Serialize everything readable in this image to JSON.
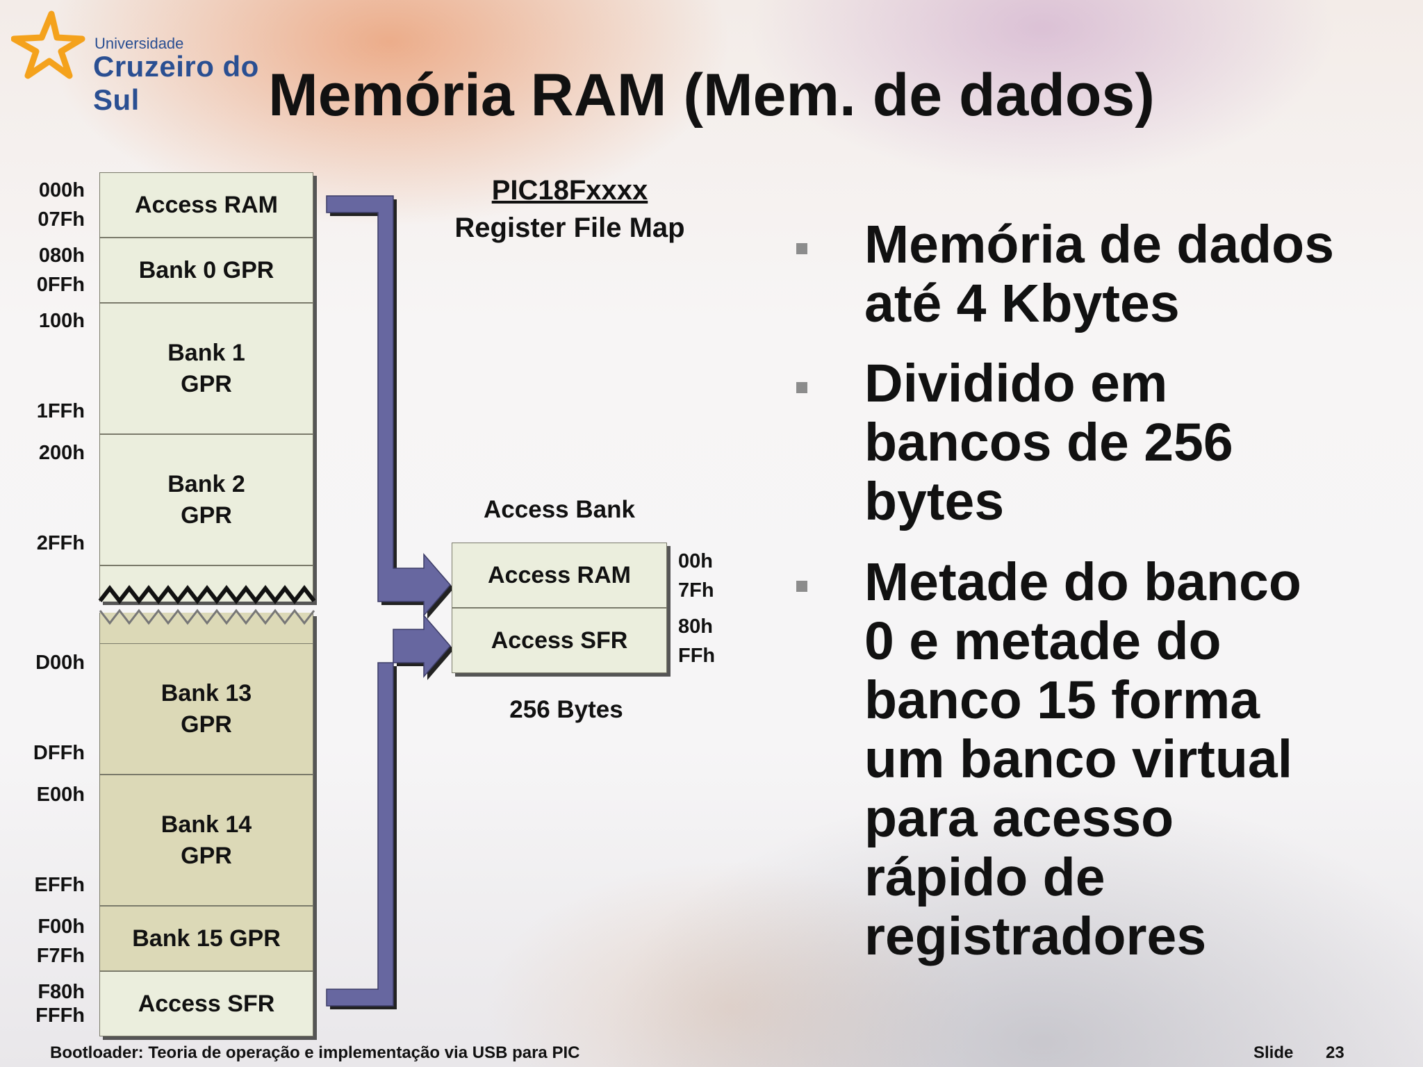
{
  "logo": {
    "line1": "Universidade",
    "line2": "Cruzeiro do Sul"
  },
  "title": "Memória RAM (Mem. de dados)",
  "register_map": {
    "header_line1": "PIC18Fxxxx",
    "header_line2": "Register File Map",
    "rows": [
      {
        "label": "Access RAM",
        "addr_start": "000h",
        "addr_end": "07Fh"
      },
      {
        "label": "Bank 0 GPR",
        "addr_start": "080h",
        "addr_end": "0FFh"
      },
      {
        "label_line1": "Bank 1",
        "label_line2": "GPR",
        "addr_start": "100h",
        "addr_end": "1FFh"
      },
      {
        "label_line1": "Bank 2",
        "label_line2": "GPR",
        "addr_start": "200h",
        "addr_end": "2FFh"
      },
      {
        "label_line1": "Bank 13",
        "label_line2": "GPR",
        "addr_start": "D00h",
        "addr_end": "DFFh"
      },
      {
        "label_line1": "Bank 14",
        "label_line2": "GPR",
        "addr_start": "E00h",
        "addr_end": "EFFh"
      },
      {
        "label": "Bank 15 GPR",
        "addr_start": "F00h",
        "addr_end": "F7Fh"
      },
      {
        "label": "Access SFR",
        "addr_start": "F80h",
        "addr_end": "FFFh"
      }
    ]
  },
  "access_bank": {
    "title": "Access Bank",
    "rows": [
      {
        "label": "Access RAM",
        "addr_start": "00h",
        "addr_end": "7Fh"
      },
      {
        "label": "Access SFR",
        "addr_start": "80h",
        "addr_end": "FFh"
      }
    ],
    "size_label": "256 Bytes"
  },
  "bullets": [
    {
      "line1": "Memória de dados",
      "line2": "até  4 Kbytes"
    },
    {
      "line1": "Dividido em",
      "line2": "bancos de 256",
      "line3": "bytes"
    },
    {
      "line1": "Metade do banco",
      "line2": "0 e metade do",
      "line3": "banco 15 forma",
      "line4": "um banco virtual",
      "line5": "para acesso",
      "line6": "rápido de",
      "line7": "registradores"
    }
  ],
  "footer": {
    "left": "Bootloader: Teoria de operação e implementação via USB para PIC",
    "slide_label": "Slide",
    "slide_number": "23"
  },
  "colors": {
    "arrow": "#6767a0",
    "cell_light": "#ebeedd",
    "cell_dark": "#dcd9b7",
    "brand_blue": "#2a4f92",
    "logo_star": "#f4a21c"
  }
}
